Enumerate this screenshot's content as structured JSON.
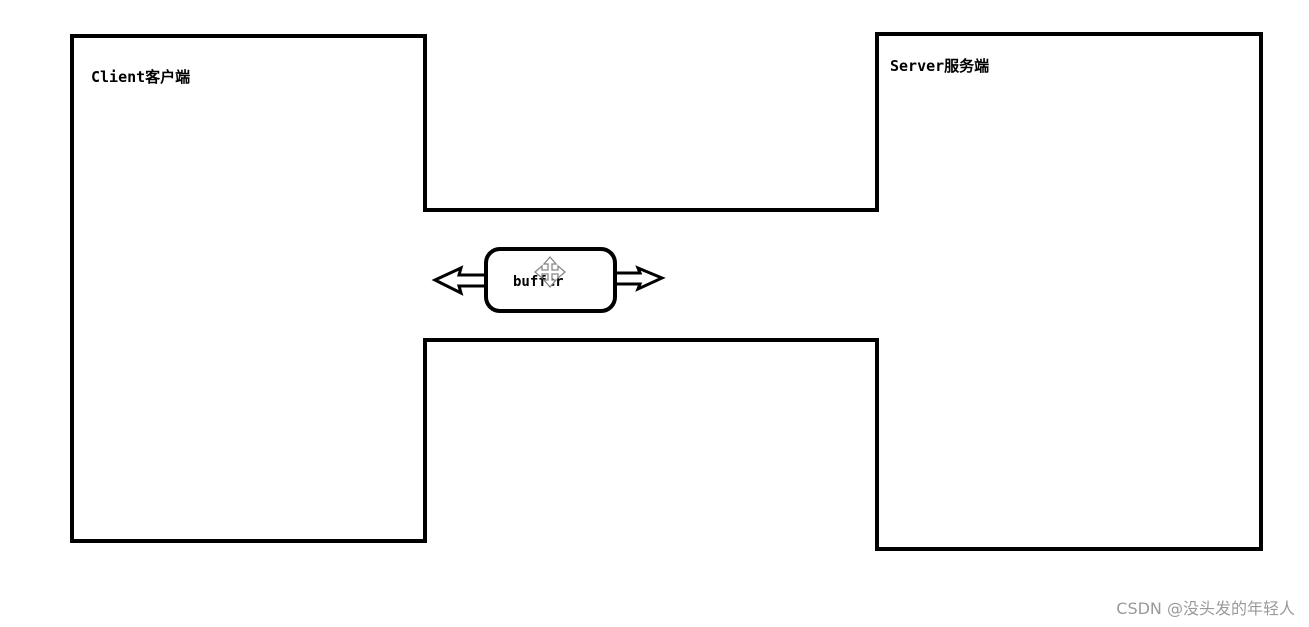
{
  "client": {
    "label": "Client客户端"
  },
  "server": {
    "label": "Server服务端"
  },
  "buffer": {
    "label": "buffer"
  },
  "watermark": {
    "text": "CSDN @没头发的年轻人"
  },
  "colors": {
    "stroke": "#000000",
    "background": "#ffffff",
    "watermark": "#9a9a9a",
    "cursor": "#888888"
  },
  "icons": {
    "cursor": "move-cursor-icon",
    "arrow_left": "left-arrow-icon",
    "arrow_right": "right-arrow-icon"
  }
}
